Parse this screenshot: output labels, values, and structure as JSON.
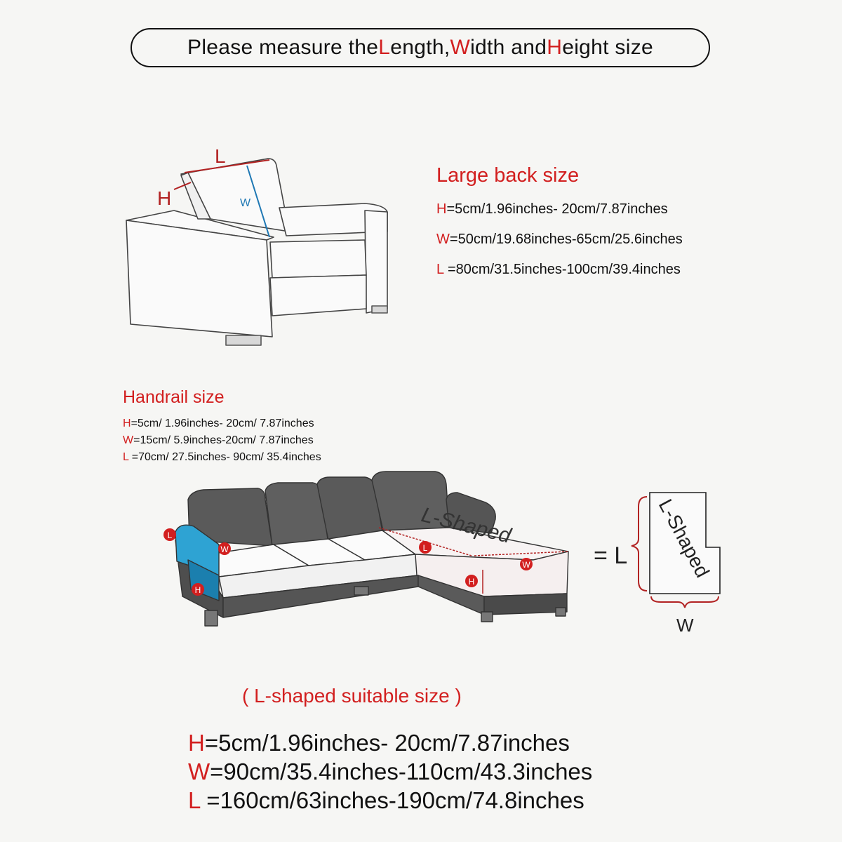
{
  "header": {
    "part1": "Please measure the ",
    "l": "L",
    "part2": "ength, ",
    "w": "W",
    "part3": "idth and ",
    "h": "H",
    "part4": "eight size"
  },
  "large_back": {
    "title": "Large back size",
    "rows": [
      {
        "key": "H",
        "text": "=5cm/1.96inches- 20cm/7.87inches"
      },
      {
        "key": "W",
        "text": "=50cm/19.68inches-65cm/25.6inches"
      },
      {
        "key": "L",
        "text": " =80cm/31.5inches-100cm/39.4inches"
      }
    ]
  },
  "handrail": {
    "title": "Handrail size",
    "rows": [
      {
        "key": "H",
        "text": "=5cm/ 1.96inches- 20cm/ 7.87inches"
      },
      {
        "key": "W",
        "text": "=15cm/ 5.9inches-20cm/ 7.87inches"
      },
      {
        "key": "L",
        "text": " =70cm/ 27.5inches- 90cm/ 35.4inches"
      }
    ]
  },
  "l_shaped": {
    "caption": "( L-shaped suitable size )",
    "rows": [
      {
        "key": "H",
        "text": "=5cm/1.96inches- 20cm/7.87inches"
      },
      {
        "key": "W",
        "text": "=90cm/35.4inches-110cm/43.3inches"
      },
      {
        "key": "L",
        "text": " =160cm/63inches-190cm/74.8inches"
      }
    ]
  },
  "diagram_labels": {
    "chair_L": "L",
    "chair_H": "H",
    "chair_W": "W",
    "sofa_marker_L": "L",
    "sofa_marker_W": "W",
    "sofa_marker_H": "H",
    "chaise_text": "L-Shaped",
    "equals": "= L",
    "shape_text": "L-Shaped",
    "shape_w": "W"
  },
  "colors": {
    "accent_red": "#d21f1f",
    "measure_blue": "#1f78b4",
    "sofa_gray": "#5a5a5a",
    "handrail_blue": "#2ea3d3"
  }
}
